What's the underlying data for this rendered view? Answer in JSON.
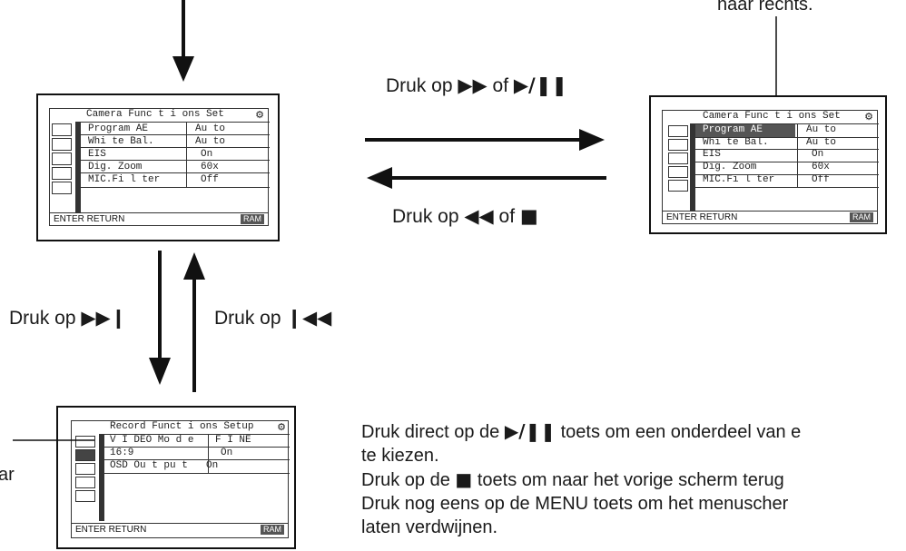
{
  "top_right_note": "naar rechts.",
  "captions": {
    "forward": {
      "prefix": "Druk op ",
      "glyph1": "▶▶",
      "middle": " of ",
      "glyph2": "▶/❚❚"
    },
    "back": {
      "prefix": "Druk op ",
      "glyph1": "◀◀",
      "middle": " of ",
      "glyph2": "■"
    },
    "down": {
      "prefix": "Druk op ",
      "glyph": "▶▶❙"
    },
    "up": {
      "prefix": "Druk op ",
      "glyph": "❙◀◀"
    }
  },
  "screen_main": {
    "title": "Camera Func t i ons Set",
    "rows": [
      {
        "label": "Program AE",
        "value": "Au to"
      },
      {
        "label": "Whi te Bal.",
        "value": "Au to"
      },
      {
        "label": "EIS",
        "value": "On"
      },
      {
        "label": "Dig. Zoom",
        "value": "60x"
      },
      {
        "label": "MIC.Fi l ter",
        "value": "Off"
      }
    ],
    "footer_left": "ENTER RETURN",
    "footer_right": "RAM"
  },
  "screen_right": {
    "title": "Camera Func t i ons Set",
    "rows": [
      {
        "label": "Program AE",
        "value": "Au to"
      },
      {
        "label": "Whi te Bal.",
        "value": "Au to"
      },
      {
        "label": "EIS",
        "value": "On"
      },
      {
        "label": "Dig. Zoom",
        "value": "60x"
      },
      {
        "label": "MIC.Fi l ter",
        "value": "Off"
      }
    ],
    "footer_left": "ENTER RETURN",
    "footer_right": "RAM"
  },
  "screen_bottom": {
    "title": "Record Funct i ons Setup",
    "rows": [
      {
        "label": "V I DEO Mo d e",
        "value": "F I NE"
      },
      {
        "label": "16:9",
        "value": "On"
      },
      {
        "label": "OSD Ou t pu t",
        "value": "On"
      }
    ],
    "footer_left": "ENTER RETURN",
    "footer_right": "RAM"
  },
  "left_partial": "ar",
  "instructions": {
    "line1_prefix": "Druk direct op de ",
    "line1_glyph": "▶/❚❚",
    "line1_suffix": " toets om een onderdeel van e",
    "line2": "te kiezen.",
    "line3_prefix": "Druk op de ",
    "line3_glyph": "■",
    "line3_suffix": " toets om naar het vorige scherm terug",
    "line4": "Druk nog eens op de MENU toets om het menuscher",
    "line5": "laten verdwijnen."
  }
}
